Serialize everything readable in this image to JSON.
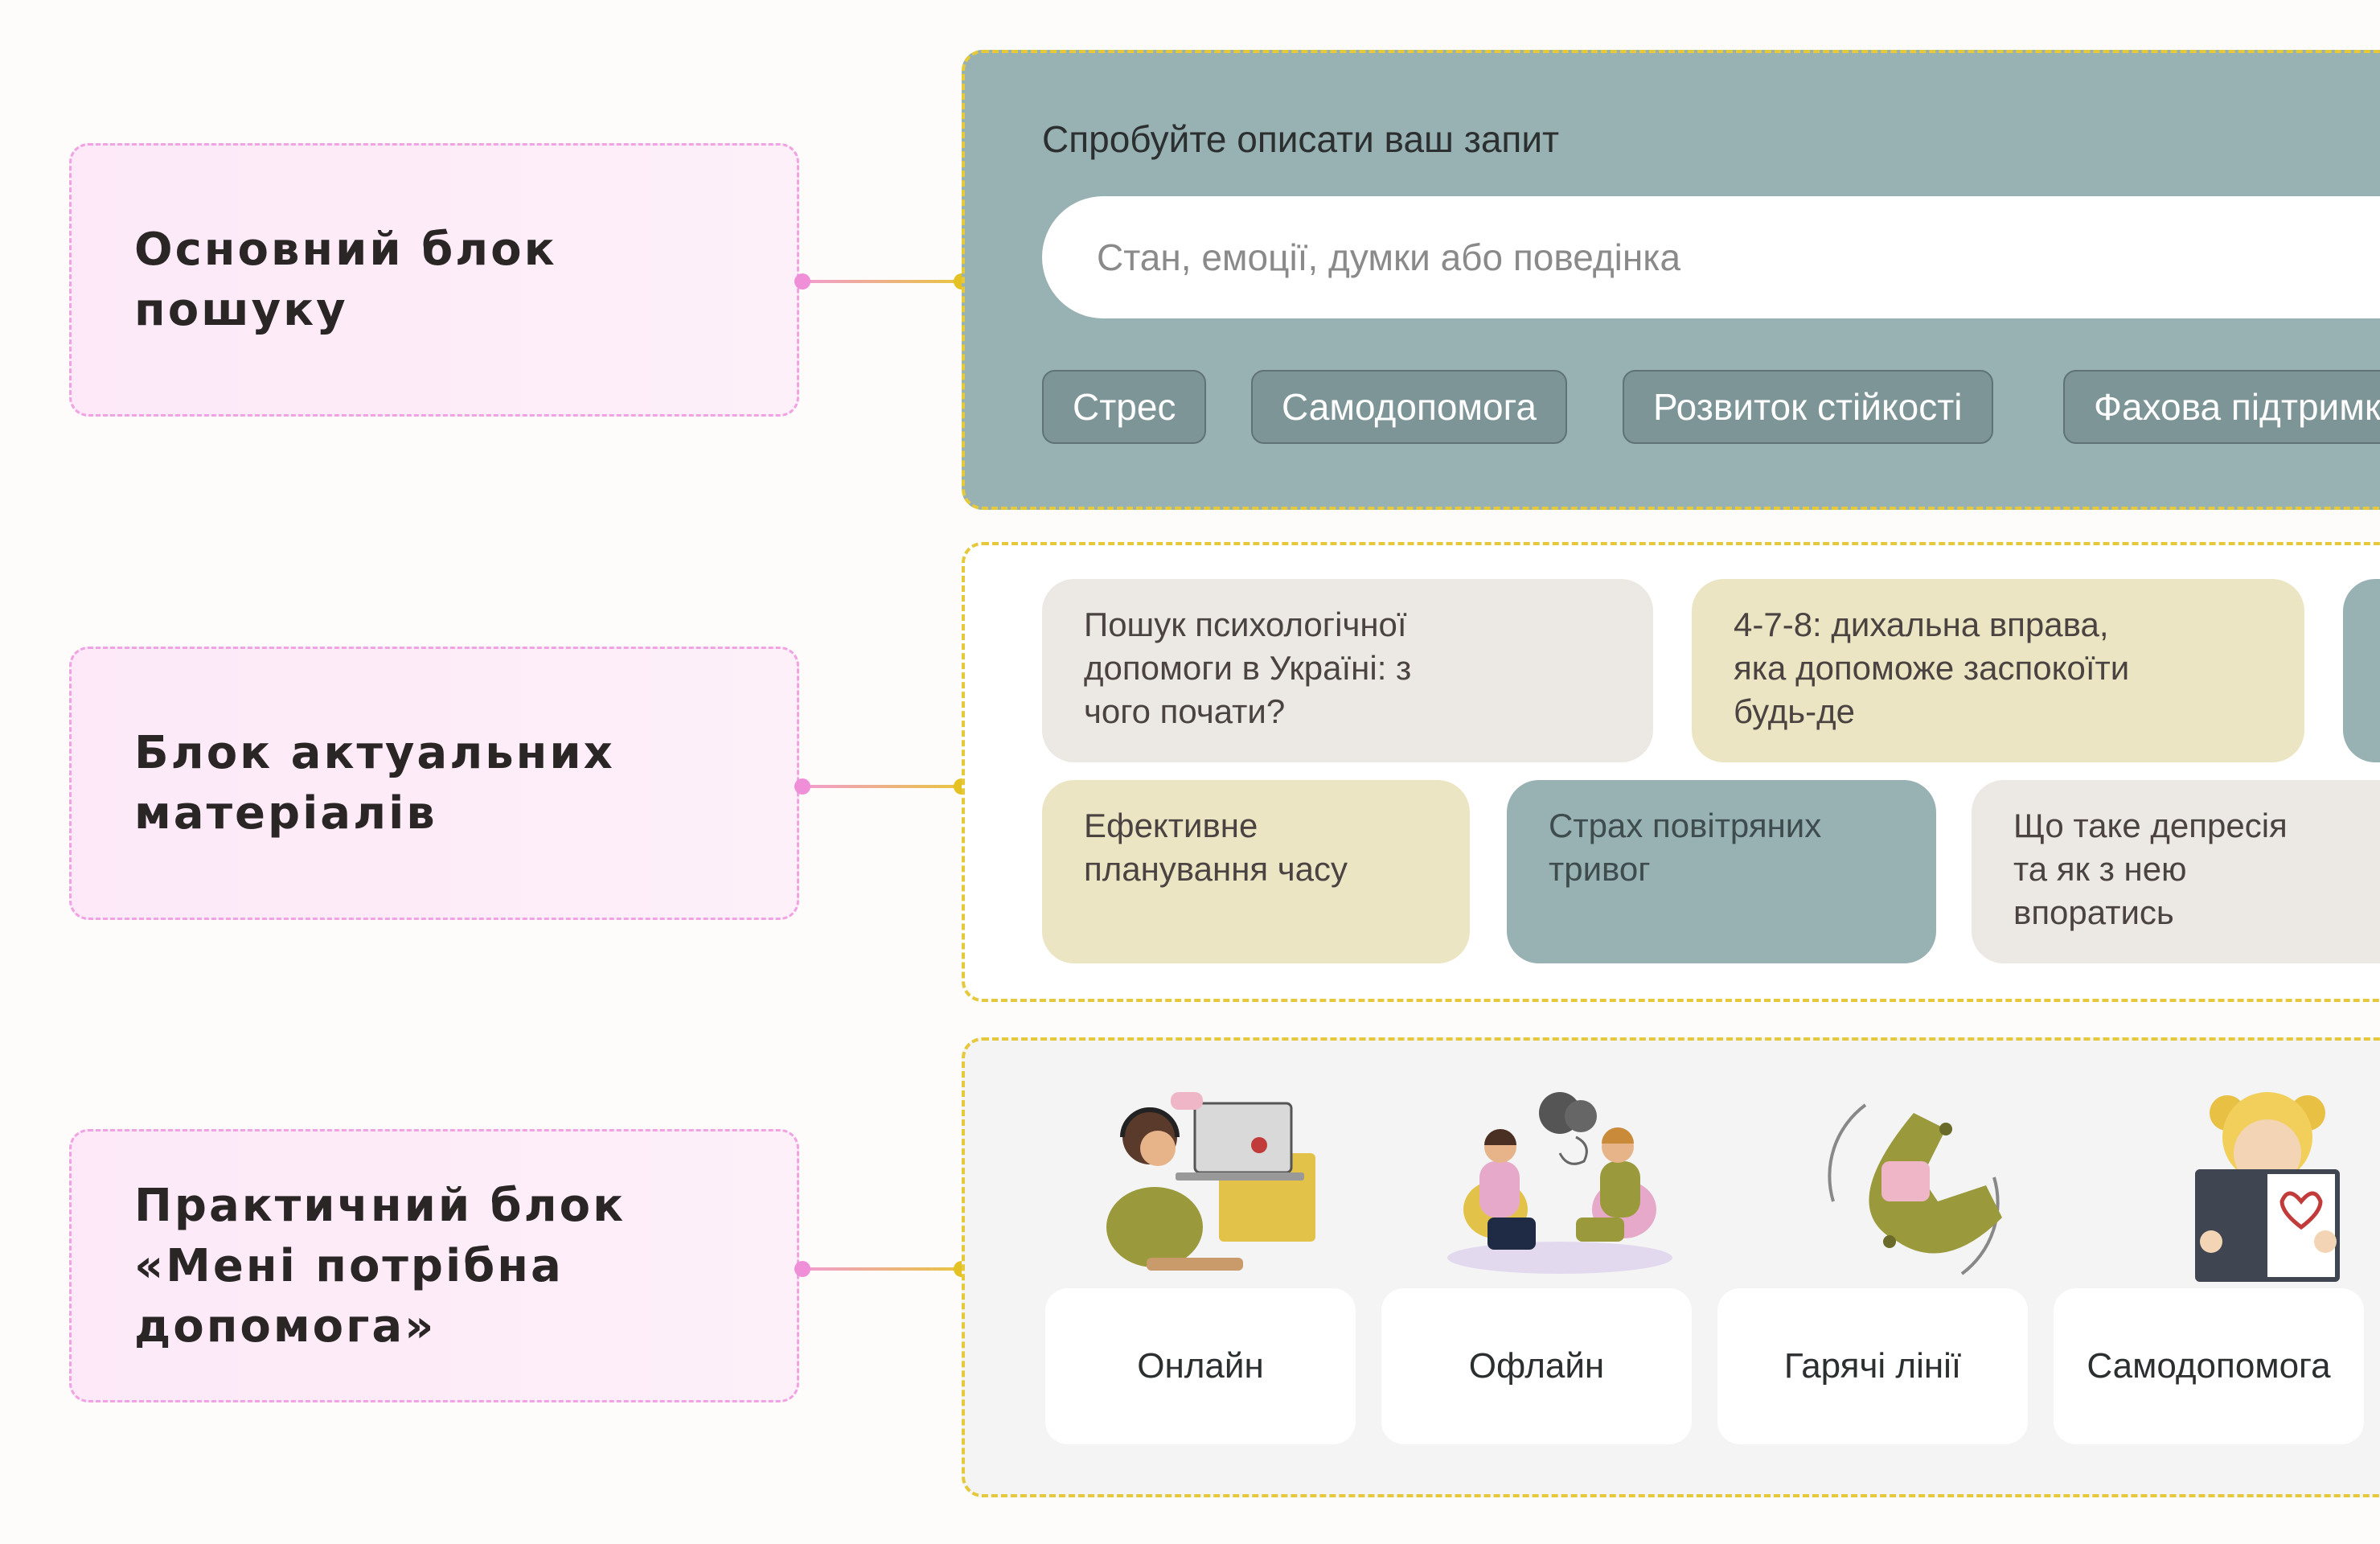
{
  "labels": {
    "search": "Основний блок\nпошуку",
    "materials": "Блок актуальних\nматеріалів",
    "help": "Практичний блок\n«Мені потрібна\nдопомога»"
  },
  "search": {
    "title": "Спробуйте описати ваш запит",
    "placeholder": "Стан, емоції, думки або поведінка",
    "chips": [
      "Стрес",
      "Самодопомога",
      "Розвиток стійкості",
      "Фахова підтримка"
    ]
  },
  "materials": {
    "cards": [
      "Пошук психологічної\nдопомоги в Україні: з\nчого почати?",
      "4-7-8: дихальна вправа,\nяка допоможе заспокоїти\nбудь-де",
      "",
      "Ефективне\nпланування часу",
      "Страх повітряних\nтривог",
      "Що таке депресія\nта як з нею\nвпоратись"
    ]
  },
  "help": {
    "options": [
      "Онлайн",
      "Офлайн",
      "Гарячі лінії",
      "Самодопомога"
    ],
    "icons": [
      "online-call-illustration",
      "offline-meeting-illustration",
      "hotline-phone-illustration",
      "self-help-book-illustration"
    ]
  },
  "colors": {
    "label_border": "#f0a3e2",
    "panel_border": "#e5c93a",
    "search_bg": "#98b1b3",
    "chip_bg": "#7d9597",
    "card_beige": "#ece8e4",
    "card_sand": "#ebe5c3"
  }
}
